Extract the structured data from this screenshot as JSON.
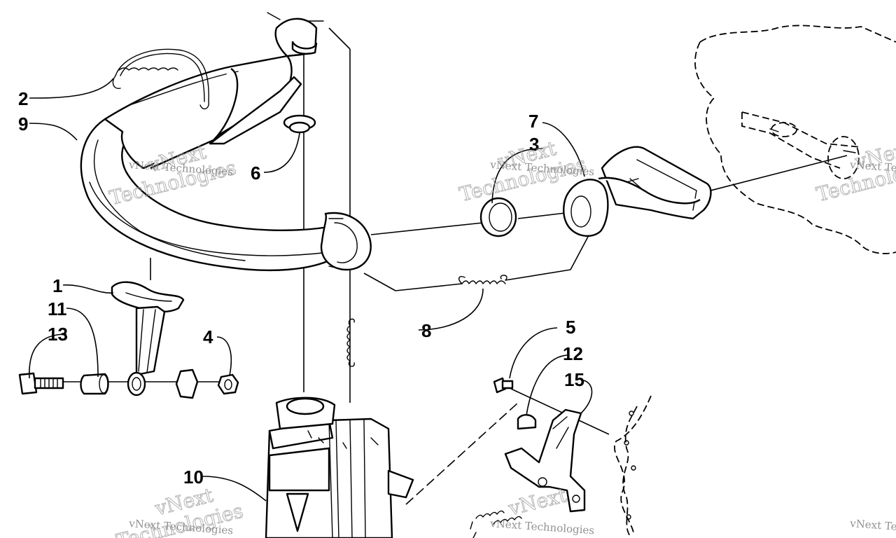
{
  "callouts": [
    {
      "id": "c1",
      "text": "1"
    },
    {
      "id": "c2",
      "text": "2"
    },
    {
      "id": "c3",
      "text": "3"
    },
    {
      "id": "c4",
      "text": "4"
    },
    {
      "id": "c5",
      "text": "5"
    },
    {
      "id": "c6",
      "text": "6"
    },
    {
      "id": "c7",
      "text": "7"
    },
    {
      "id": "c8",
      "text": "8"
    },
    {
      "id": "c9",
      "text": "9"
    },
    {
      "id": "c10",
      "text": "10"
    },
    {
      "id": "c11",
      "text": "11"
    },
    {
      "id": "c12",
      "text": "12"
    },
    {
      "id": "c13",
      "text": "13"
    },
    {
      "id": "c15",
      "text": "15"
    }
  ],
  "watermark": {
    "line1": "vNext",
    "line2": "Technologies",
    "small": "vNext Technologies"
  },
  "colors": {
    "ink": "#000000",
    "paper": "#ffffff",
    "watermark": "#9a9a9a"
  }
}
